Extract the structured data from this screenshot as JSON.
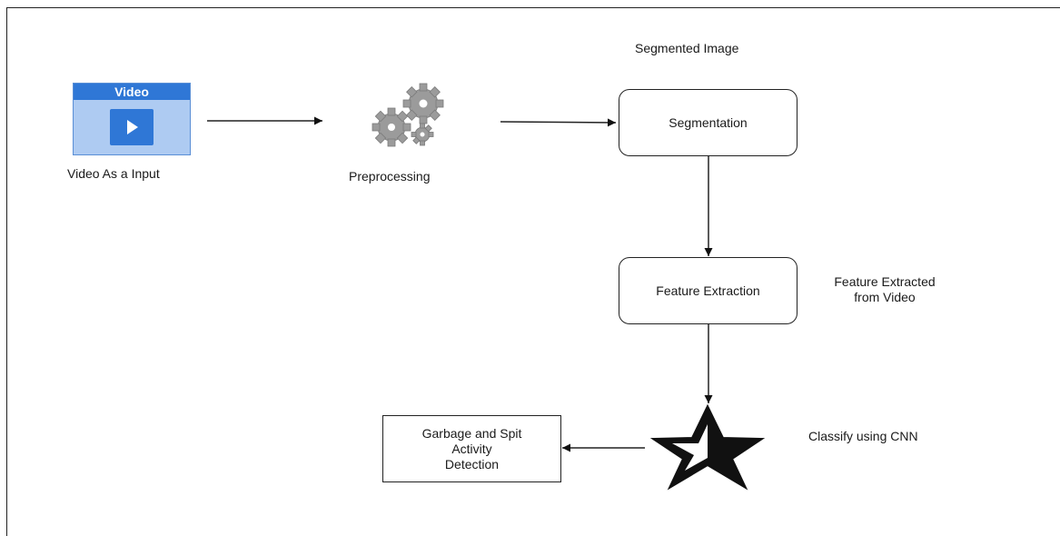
{
  "nodes": {
    "video": {
      "icon_title": "Video",
      "label": "Video As a Input",
      "icon": "video-player-icon"
    },
    "preprocessing": {
      "label": "Preprocessing",
      "icon": "gears-icon"
    },
    "segmentation": {
      "label": "Segmentation",
      "annotation": "Segmented Image"
    },
    "feature_extraction": {
      "label": "Feature Extraction",
      "annotation": [
        "Feature Extracted",
        "from Video"
      ]
    },
    "classify": {
      "annotation": "Classify using CNN",
      "icon": "half-filled-star-icon"
    },
    "output": {
      "lines": [
        "Garbage and Spit",
        "Activity",
        "Detection"
      ]
    }
  },
  "edges": [
    {
      "from": "video",
      "to": "preprocessing"
    },
    {
      "from": "preprocessing",
      "to": "segmentation"
    },
    {
      "from": "segmentation",
      "to": "feature_extraction"
    },
    {
      "from": "feature_extraction",
      "to": "classify"
    },
    {
      "from": "classify",
      "to": "output"
    }
  ],
  "colors": {
    "video_icon_dark": "#2f77d6",
    "video_icon_light": "#aecbf2",
    "gear_fill": "#9b9b9b",
    "stroke": "#222222"
  }
}
